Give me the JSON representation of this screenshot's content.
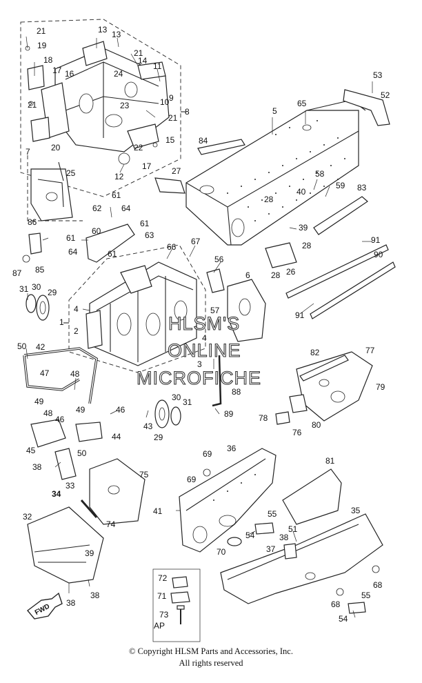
{
  "labels": [
    {
      "id": "21a",
      "text": "21"
    },
    {
      "id": "19",
      "text": "19"
    },
    {
      "id": "18",
      "text": "18"
    },
    {
      "id": "17a",
      "text": "17"
    },
    {
      "id": "16",
      "text": "16"
    },
    {
      "id": "13a",
      "text": "13"
    },
    {
      "id": "13b",
      "text": "13"
    },
    {
      "id": "21b",
      "text": "21"
    },
    {
      "id": "14",
      "text": "14"
    },
    {
      "id": "24",
      "text": "24"
    },
    {
      "id": "11",
      "text": "11"
    },
    {
      "id": "9",
      "text": "9"
    },
    {
      "id": "10",
      "text": "10"
    },
    {
      "id": "8",
      "text": "8"
    },
    {
      "id": "23",
      "text": "23"
    },
    {
      "id": "21c",
      "text": "21"
    },
    {
      "id": "21d",
      "text": "21"
    },
    {
      "id": "20",
      "text": "20"
    },
    {
      "id": "22",
      "text": "22"
    },
    {
      "id": "15",
      "text": "15"
    },
    {
      "id": "17b",
      "text": "17"
    },
    {
      "id": "12",
      "text": "12"
    },
    {
      "id": "7",
      "text": "7"
    },
    {
      "id": "25",
      "text": "25"
    },
    {
      "id": "27",
      "text": "27"
    },
    {
      "id": "84",
      "text": "84"
    },
    {
      "id": "5",
      "text": "5"
    },
    {
      "id": "65",
      "text": "65"
    },
    {
      "id": "53",
      "text": "53"
    },
    {
      "id": "52",
      "text": "52"
    },
    {
      "id": "58",
      "text": "58"
    },
    {
      "id": "59",
      "text": "59"
    },
    {
      "id": "83",
      "text": "83"
    },
    {
      "id": "28a",
      "text": "28"
    },
    {
      "id": "40",
      "text": "40"
    },
    {
      "id": "39",
      "text": "39"
    },
    {
      "id": "28b",
      "text": "28"
    },
    {
      "id": "91a",
      "text": "91"
    },
    {
      "id": "90",
      "text": "90"
    },
    {
      "id": "28c",
      "text": "28"
    },
    {
      "id": "26",
      "text": "26"
    },
    {
      "id": "91b",
      "text": "91"
    },
    {
      "id": "61a",
      "text": "61"
    },
    {
      "id": "62",
      "text": "62"
    },
    {
      "id": "64a",
      "text": "64"
    },
    {
      "id": "61b",
      "text": "61"
    },
    {
      "id": "63",
      "text": "63"
    },
    {
      "id": "60",
      "text": "60"
    },
    {
      "id": "61c",
      "text": "61"
    },
    {
      "id": "64b",
      "text": "64"
    },
    {
      "id": "61d",
      "text": "61"
    },
    {
      "id": "66",
      "text": "66"
    },
    {
      "id": "67",
      "text": "67"
    },
    {
      "id": "86",
      "text": "86"
    },
    {
      "id": "85",
      "text": "85"
    },
    {
      "id": "87",
      "text": "87"
    },
    {
      "id": "56",
      "text": "56"
    },
    {
      "id": "6",
      "text": "6"
    },
    {
      "id": "57",
      "text": "57"
    },
    {
      "id": "31a",
      "text": "31"
    },
    {
      "id": "30a",
      "text": "30"
    },
    {
      "id": "29a",
      "text": "29"
    },
    {
      "id": "4a",
      "text": "4"
    },
    {
      "id": "1",
      "text": "1"
    },
    {
      "id": "2",
      "text": "2"
    },
    {
      "id": "4b",
      "text": "4"
    },
    {
      "id": "3",
      "text": "3"
    },
    {
      "id": "50a",
      "text": "50"
    },
    {
      "id": "42",
      "text": "42"
    },
    {
      "id": "47",
      "text": "47"
    },
    {
      "id": "48a",
      "text": "48"
    },
    {
      "id": "82",
      "text": "82"
    },
    {
      "id": "77",
      "text": "77"
    },
    {
      "id": "79",
      "text": "79"
    },
    {
      "id": "88",
      "text": "88"
    },
    {
      "id": "49a",
      "text": "49"
    },
    {
      "id": "48b",
      "text": "48"
    },
    {
      "id": "49b",
      "text": "49"
    },
    {
      "id": "46a",
      "text": "46"
    },
    {
      "id": "46b",
      "text": "46"
    },
    {
      "id": "45",
      "text": "45"
    },
    {
      "id": "44",
      "text": "44"
    },
    {
      "id": "50b",
      "text": "50"
    },
    {
      "id": "43",
      "text": "43"
    },
    {
      "id": "29b",
      "text": "29"
    },
    {
      "id": "30b",
      "text": "30"
    },
    {
      "id": "31b",
      "text": "31"
    },
    {
      "id": "89",
      "text": "89"
    },
    {
      "id": "78",
      "text": "78"
    },
    {
      "id": "76",
      "text": "76"
    },
    {
      "id": "80",
      "text": "80"
    },
    {
      "id": "38a",
      "text": "38"
    },
    {
      "id": "33",
      "text": "33"
    },
    {
      "id": "75",
      "text": "75"
    },
    {
      "id": "69a",
      "text": "69"
    },
    {
      "id": "36",
      "text": "36"
    },
    {
      "id": "81",
      "text": "81"
    },
    {
      "id": "34",
      "text": "34"
    },
    {
      "id": "69b",
      "text": "69"
    },
    {
      "id": "41",
      "text": "41"
    },
    {
      "id": "74",
      "text": "74"
    },
    {
      "id": "32",
      "text": "32"
    },
    {
      "id": "39b",
      "text": "39"
    },
    {
      "id": "55a",
      "text": "55"
    },
    {
      "id": "54a",
      "text": "54"
    },
    {
      "id": "35",
      "text": "35"
    },
    {
      "id": "51",
      "text": "51"
    },
    {
      "id": "38b",
      "text": "38"
    },
    {
      "id": "37",
      "text": "37"
    },
    {
      "id": "70",
      "text": "70"
    },
    {
      "id": "72",
      "text": "72"
    },
    {
      "id": "71",
      "text": "71"
    },
    {
      "id": "73",
      "text": "73"
    },
    {
      "id": "ap",
      "text": "AP"
    },
    {
      "id": "68a",
      "text": "68"
    },
    {
      "id": "68b",
      "text": "68"
    },
    {
      "id": "55b",
      "text": "55"
    },
    {
      "id": "54b",
      "text": "54"
    },
    {
      "id": "38c",
      "text": "38"
    },
    {
      "id": "38d",
      "text": "38"
    }
  ],
  "watermark": [
    "HLSM'S",
    "ONLINE",
    "MICROFICHE"
  ],
  "fwd_label": "FWD",
  "copyright": {
    "line1": "© Copyright HLSM Parts and Accessories, Inc.",
    "line2": "All rights reserved"
  }
}
